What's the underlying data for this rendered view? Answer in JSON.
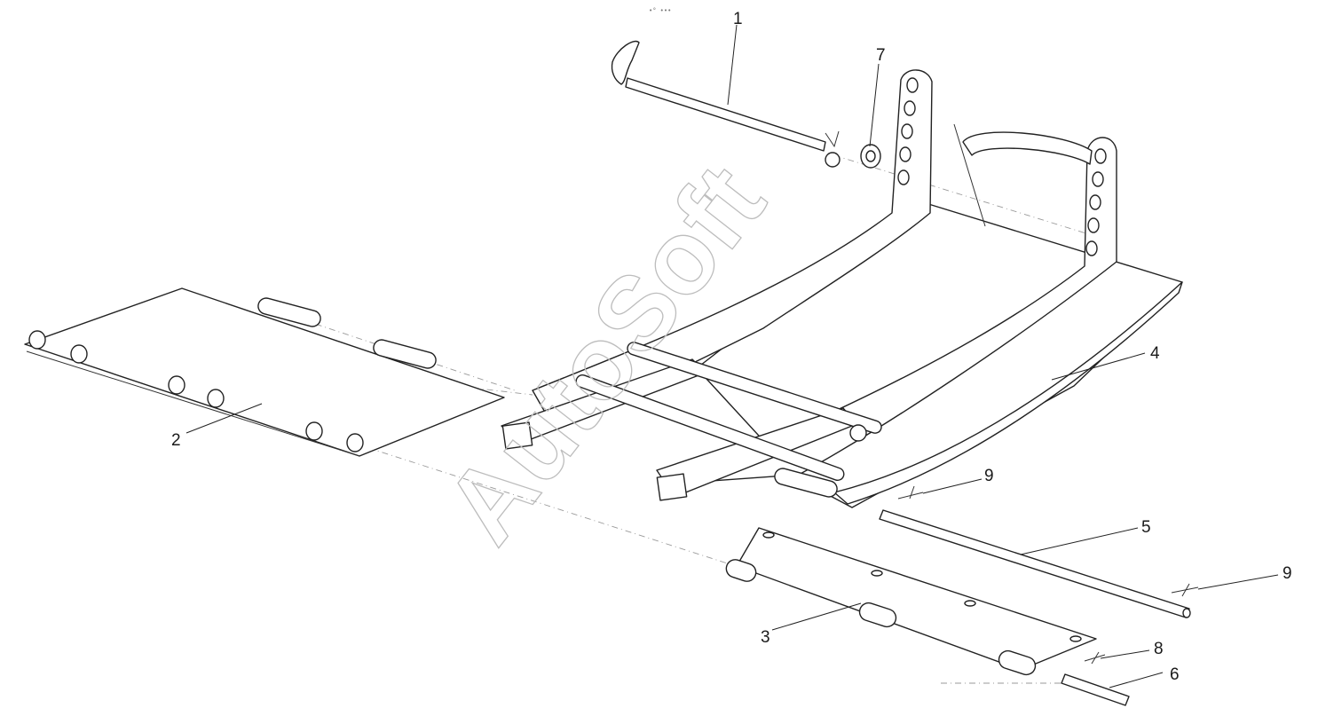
{
  "header_mark": "•° •••",
  "watermark": "AutoSoft",
  "callouts": {
    "c1": "1",
    "c2": "2",
    "c3": "3",
    "c4": "4",
    "c5": "5",
    "c6": "6",
    "c7": "7",
    "c8": "8",
    "c9a": "9",
    "c9b": "9"
  }
}
